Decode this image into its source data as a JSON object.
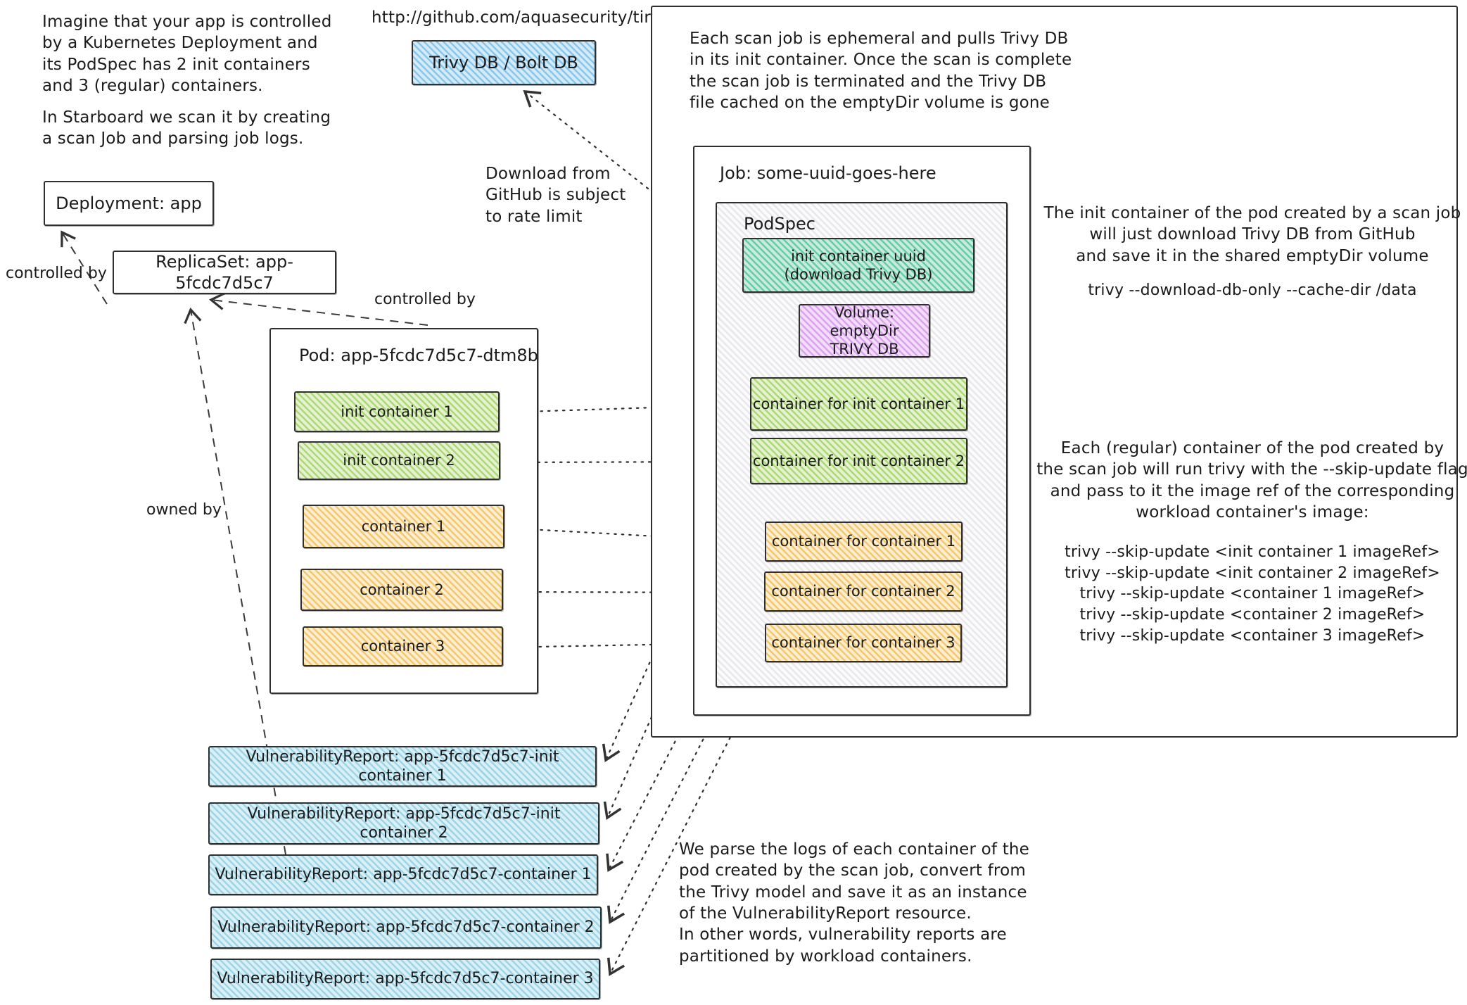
{
  "colors": {
    "stroke": "#2f2f2f",
    "trivy_db_blue": "#8ac6ea",
    "report_cyan": "#9ed4e6",
    "init_uuid_teal": "#66cba6",
    "volume_purple": "#d9a3ee",
    "init_container_green": "#abd977",
    "container_orange": "#f3c770",
    "podspec_gray": "#e7e7ec"
  },
  "annotations": {
    "intro_1": "Imagine that your app is controlled\nby a Kubernetes Deployment and\nits PodSpec has 2 init containers\nand 3 (regular) containers.",
    "intro_2": "In Starboard we scan it by creating\na scan Job and parsing job logs.",
    "github_url": "http://github.com/aquasecurity/tirvy-db",
    "download_note": "Download from\nGitHub is subject\nto rate limit",
    "ephemeral_note": "Each scan job is ephemeral and pulls Trivy DB\nin its init container. Once the scan is complete\nthe scan job is terminated and the Trivy DB\nfile cached on the emptyDir volume is gone",
    "init_container_note": "The init container of the pod created by a scan job\nwill just download Trivy DB from GitHub\nand save it in the shared emptyDir volume",
    "init_container_cmd": "trivy --download-db-only --cache-dir /data",
    "regular_container_note": "Each (regular) container of the pod created by\nthe scan job will run trivy with the --skip-update flag\nand pass to it the image ref of the corresponding\nworkload container's image:",
    "skip_update_cmds": [
      "trivy --skip-update <init container 1 imageRef>",
      "trivy --skip-update <init container 2 imageRef>",
      "trivy --skip-update <container 1 imageRef>",
      "trivy --skip-update <container 2 imageRef>",
      "trivy --skip-update <container 3 imageRef>"
    ],
    "parse_note": "We parse the logs of each container of the\npod created by the scan job, convert from\nthe Trivy model and save it as an instance\nof the VulnerabilityReport resource.\nIn other words, vulnerability reports are\npartitioned by workload containers.",
    "controlled_by_deployment": "controlled by",
    "controlled_by_replicaset": "controlled by",
    "owned_by": "owned by"
  },
  "nodes": {
    "trivy_db": {
      "label": "Trivy DB / Bolt DB"
    },
    "deployment": {
      "label": "Deployment: app"
    },
    "replicaset": {
      "label": "ReplicaSet: app-5fcdc7d5c7"
    },
    "pod": {
      "title": "Pod: app-5fcdc7d5c7-dtm8b",
      "init_containers": [
        "init container 1",
        "init container 2"
      ],
      "containers": [
        "container 1",
        "container 2",
        "container 3"
      ]
    },
    "job": {
      "title": "Job: some-uuid-goes-here",
      "podspec": {
        "label": "PodSpec",
        "init_container": "init container uuid\n(download Trivy DB)",
        "volume": "Volume: emptyDir\nTRIVY DB",
        "init_scan_containers": [
          "container for init container 1",
          "container for init container 2"
        ],
        "scan_containers": [
          "container for container 1",
          "container for container 2",
          "container for container 3"
        ]
      }
    },
    "vulnerability_reports": [
      "VulnerabilityReport: app-5fcdc7d5c7-init container 1",
      "VulnerabilityReport: app-5fcdc7d5c7-init container 2",
      "VulnerabilityReport: app-5fcdc7d5c7-container 1",
      "VulnerabilityReport: app-5fcdc7d5c7-container 2",
      "VulnerabilityReport: app-5fcdc7d5c7-container 3"
    ]
  }
}
